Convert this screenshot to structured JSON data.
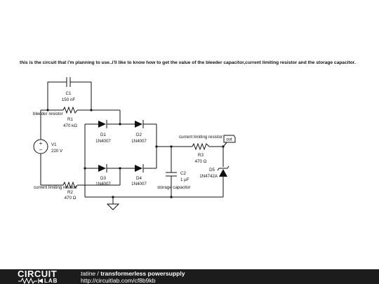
{
  "question": "this is the circuit that i'm planning to use..i'll like to know how to get the value of the bleeder capacitor,current limiting resistor and the storage capacitor.",
  "schematic": {
    "c1": {
      "ref": "C1",
      "value": "150 nF"
    },
    "r1": {
      "ref": "R1",
      "value": "470 kΩ",
      "note": "bleeder resistor"
    },
    "v1": {
      "ref": "V1",
      "value": "220 V",
      "plus": "+",
      "minus": "−"
    },
    "d1": {
      "ref": "D1",
      "value": "1N4007"
    },
    "d2": {
      "ref": "D2",
      "value": "1N4007"
    },
    "d3": {
      "ref": "D3",
      "value": "1N4007"
    },
    "d4": {
      "ref": "D4",
      "value": "1N4007"
    },
    "r2": {
      "ref": "R2",
      "value": "470 Ω",
      "note": "current limiting resistor"
    },
    "r3": {
      "ref": "R3",
      "value": "470 Ω",
      "note": "current limiting resistor"
    },
    "c2": {
      "ref": "C2",
      "value": "1 µF",
      "note": "storage capacitor"
    },
    "d5": {
      "ref": "D5",
      "value": "1N4742A"
    },
    "out": "out"
  },
  "footer": {
    "logo_top": "CIRCUIT",
    "logo_bottom": "LAB",
    "user": "tatine",
    "separator": " / ",
    "project": "transformerless powersupply",
    "url": "http://circuitlab.com/cf8b9kb"
  }
}
